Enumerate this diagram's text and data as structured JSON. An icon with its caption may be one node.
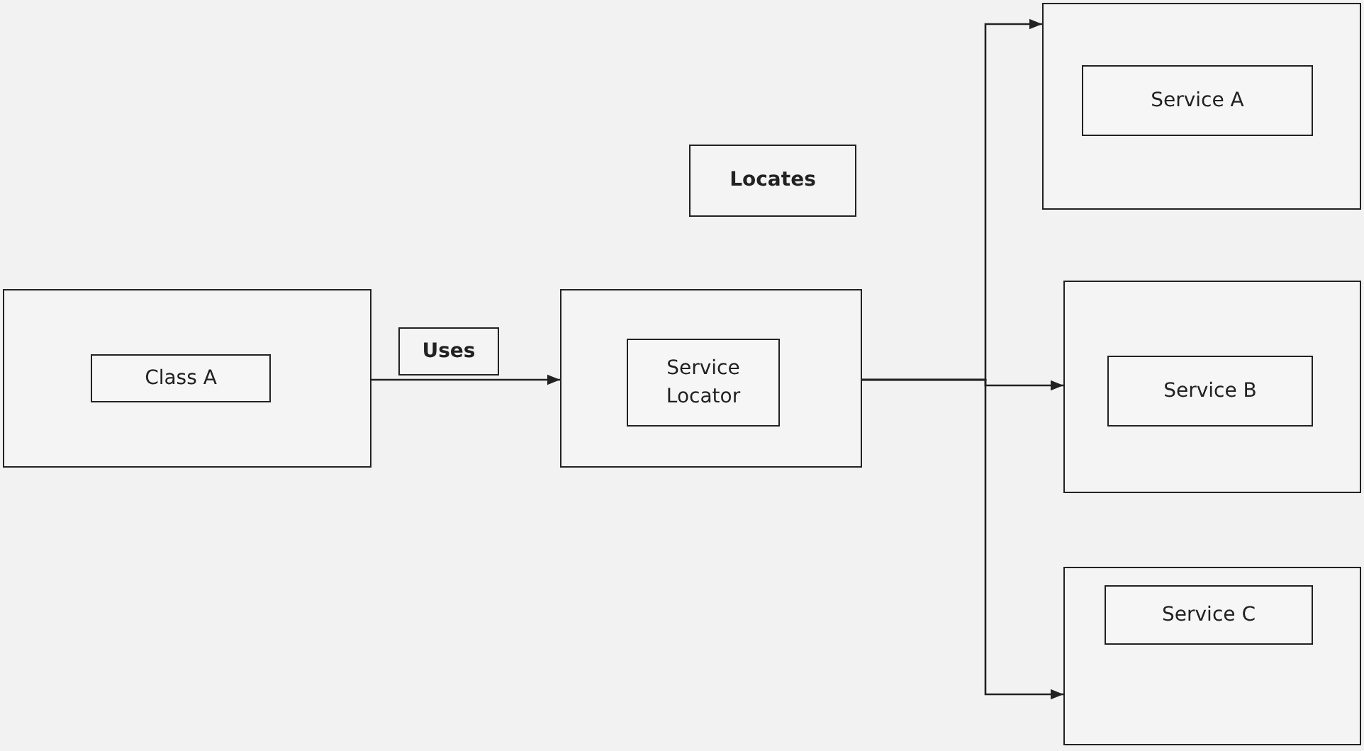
{
  "diagram": {
    "nodes": [
      {
        "text": [],
        "shape": "box"
      },
      {
        "text": [
          "Class A"
        ],
        "in": 0
      },
      {
        "text": [],
        "shape": "box"
      },
      {
        "text": [
          "Service Locator"
        ],
        "in": 2
      },
      {
        "text": [],
        "shape": "box"
      },
      {
        "text": [
          "Service A"
        ],
        "in": 4
      },
      {
        "text": [],
        "shape": "box"
      },
      {
        "text": [
          "Service B"
        ],
        "in": 6
      },
      {
        "text": [],
        "shape": "box"
      },
      {
        "text": [
          "Service C"
        ],
        "in": 8
      },
      {
        "text": [
          "Locates"
        ]
      }
    ],
    "edges": [
      {
        "from": 0,
        "to": 2,
        "arrow": "to",
        "label": "Uses"
      },
      {
        "from": 2,
        "to": 4,
        "arrow": "to"
      },
      {
        "from": 2,
        "to": 6,
        "arrow": "to"
      },
      {
        "from": 2,
        "to": 8,
        "arrow": "to"
      }
    ]
  }
}
